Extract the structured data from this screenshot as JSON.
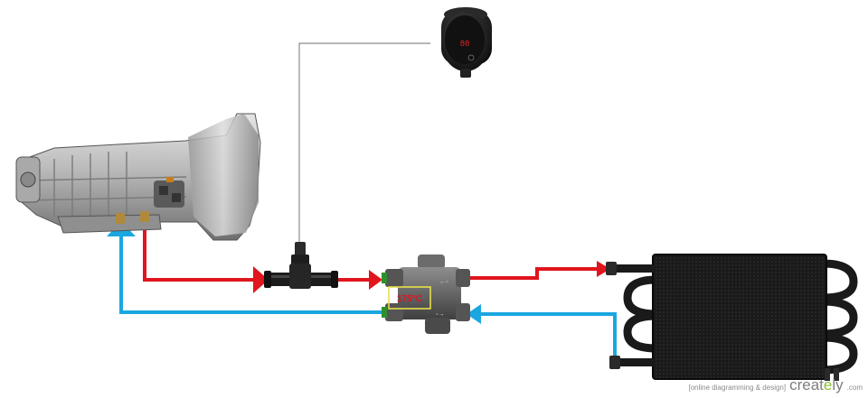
{
  "gauge": {
    "reading": "80"
  },
  "valve": {
    "setpoint": "175°C"
  },
  "watermark": {
    "tagline": "[online diagramming & design]",
    "brand_left": "creat",
    "brand_dot": "e",
    "brand_right": "ly",
    "tld": ".com"
  },
  "colors": {
    "hot_line": "#e0151d",
    "cool_line": "#1aa7e0",
    "sensor_wire": "#8c8c8c",
    "gauge_display": "#e02020"
  },
  "icons": [
    "transmission-icon",
    "gauge-icon",
    "tee-fitting-icon",
    "thermostat-valve-icon",
    "oil-cooler-icon"
  ]
}
